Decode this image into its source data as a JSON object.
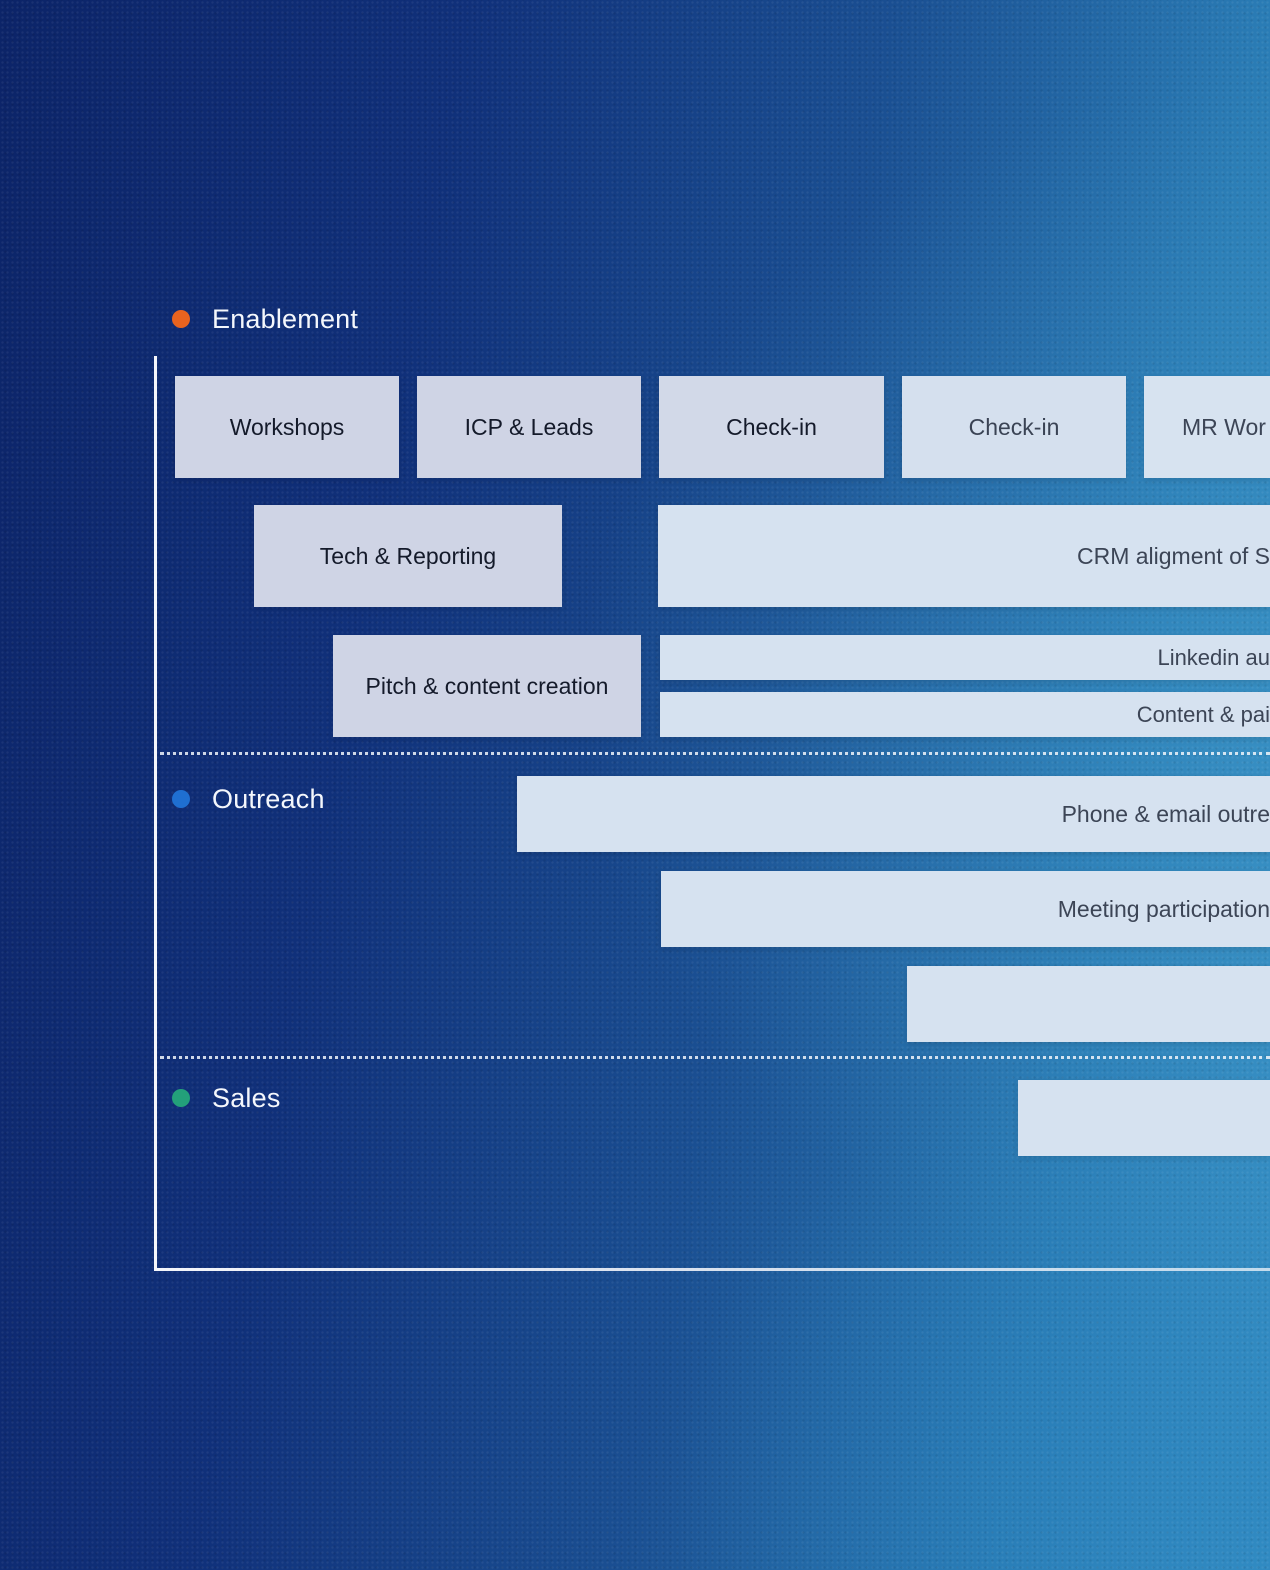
{
  "colors": {
    "enablement_dot": "#e8631f",
    "outreach_dot": "#1f6fd1",
    "sales_dot": "#23a07a"
  },
  "sections": {
    "enablement": "Enablement",
    "outreach": "Outreach",
    "sales": "Sales"
  },
  "enablement_boxes": {
    "workshops": "Workshops",
    "icp_leads": "ICP & Leads",
    "check_in_1": "Check-in",
    "check_in_2": "Check-in",
    "mr_work": "MR Wor",
    "tech_reporting": "Tech & Reporting",
    "crm_alignment": "CRM aligment of S",
    "pitch_content": "Pitch & content creation",
    "linkedin": "Linkedin au",
    "content_paid": "Content & pai"
  },
  "outreach_boxes": {
    "phone_email": "Phone & email outre",
    "meeting": "Meeting participation",
    "third": ""
  },
  "sales_boxes": {
    "first": ""
  }
}
